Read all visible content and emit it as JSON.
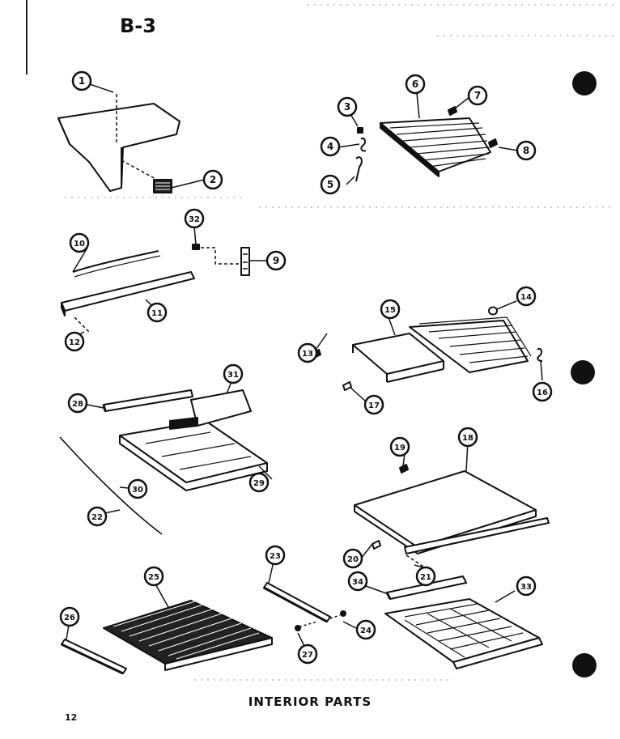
{
  "page_label": "B-3",
  "footer_title": "INTERIOR PARTS",
  "page_number": "12",
  "callouts": [
    "1",
    "2",
    "3",
    "4",
    "5",
    "6",
    "7",
    "8",
    "9",
    "10",
    "11",
    "12",
    "13",
    "14",
    "15",
    "16",
    "17",
    "18",
    "19",
    "20",
    "21",
    "22",
    "23",
    "24",
    "25",
    "26",
    "27",
    "28",
    "29",
    "30",
    "31",
    "32",
    "33",
    "34"
  ]
}
